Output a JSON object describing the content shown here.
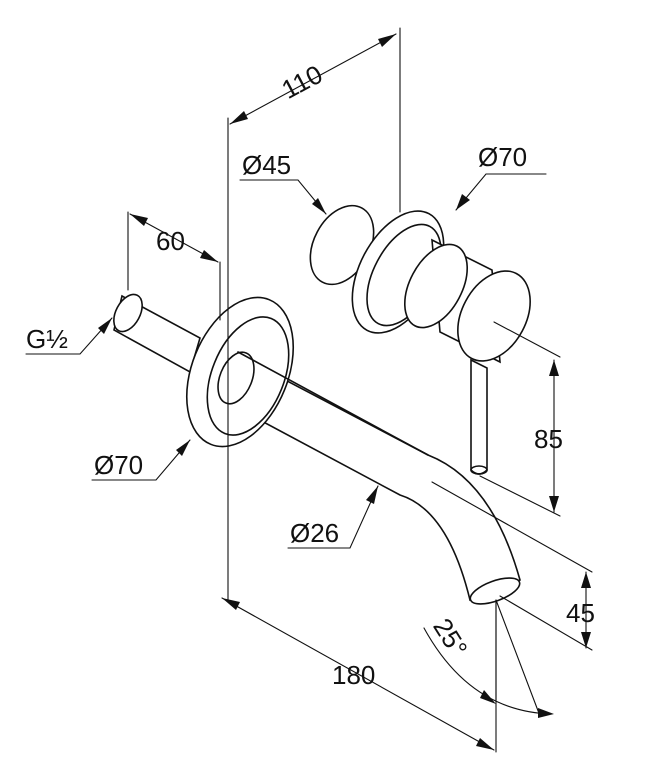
{
  "dimensions": {
    "depth_total": "110",
    "knob_diameter": "Ø45",
    "rosette_diameter_top": "Ø70",
    "spout_projection_back": "60",
    "thread_size": "G½",
    "rosette_diameter_left": "Ø70",
    "spout_diameter": "Ø26",
    "spout_length": "180",
    "lever_height": "85",
    "spout_drop": "45",
    "angle": "25°"
  },
  "colors": {
    "line": "#111111",
    "background": "#ffffff"
  }
}
